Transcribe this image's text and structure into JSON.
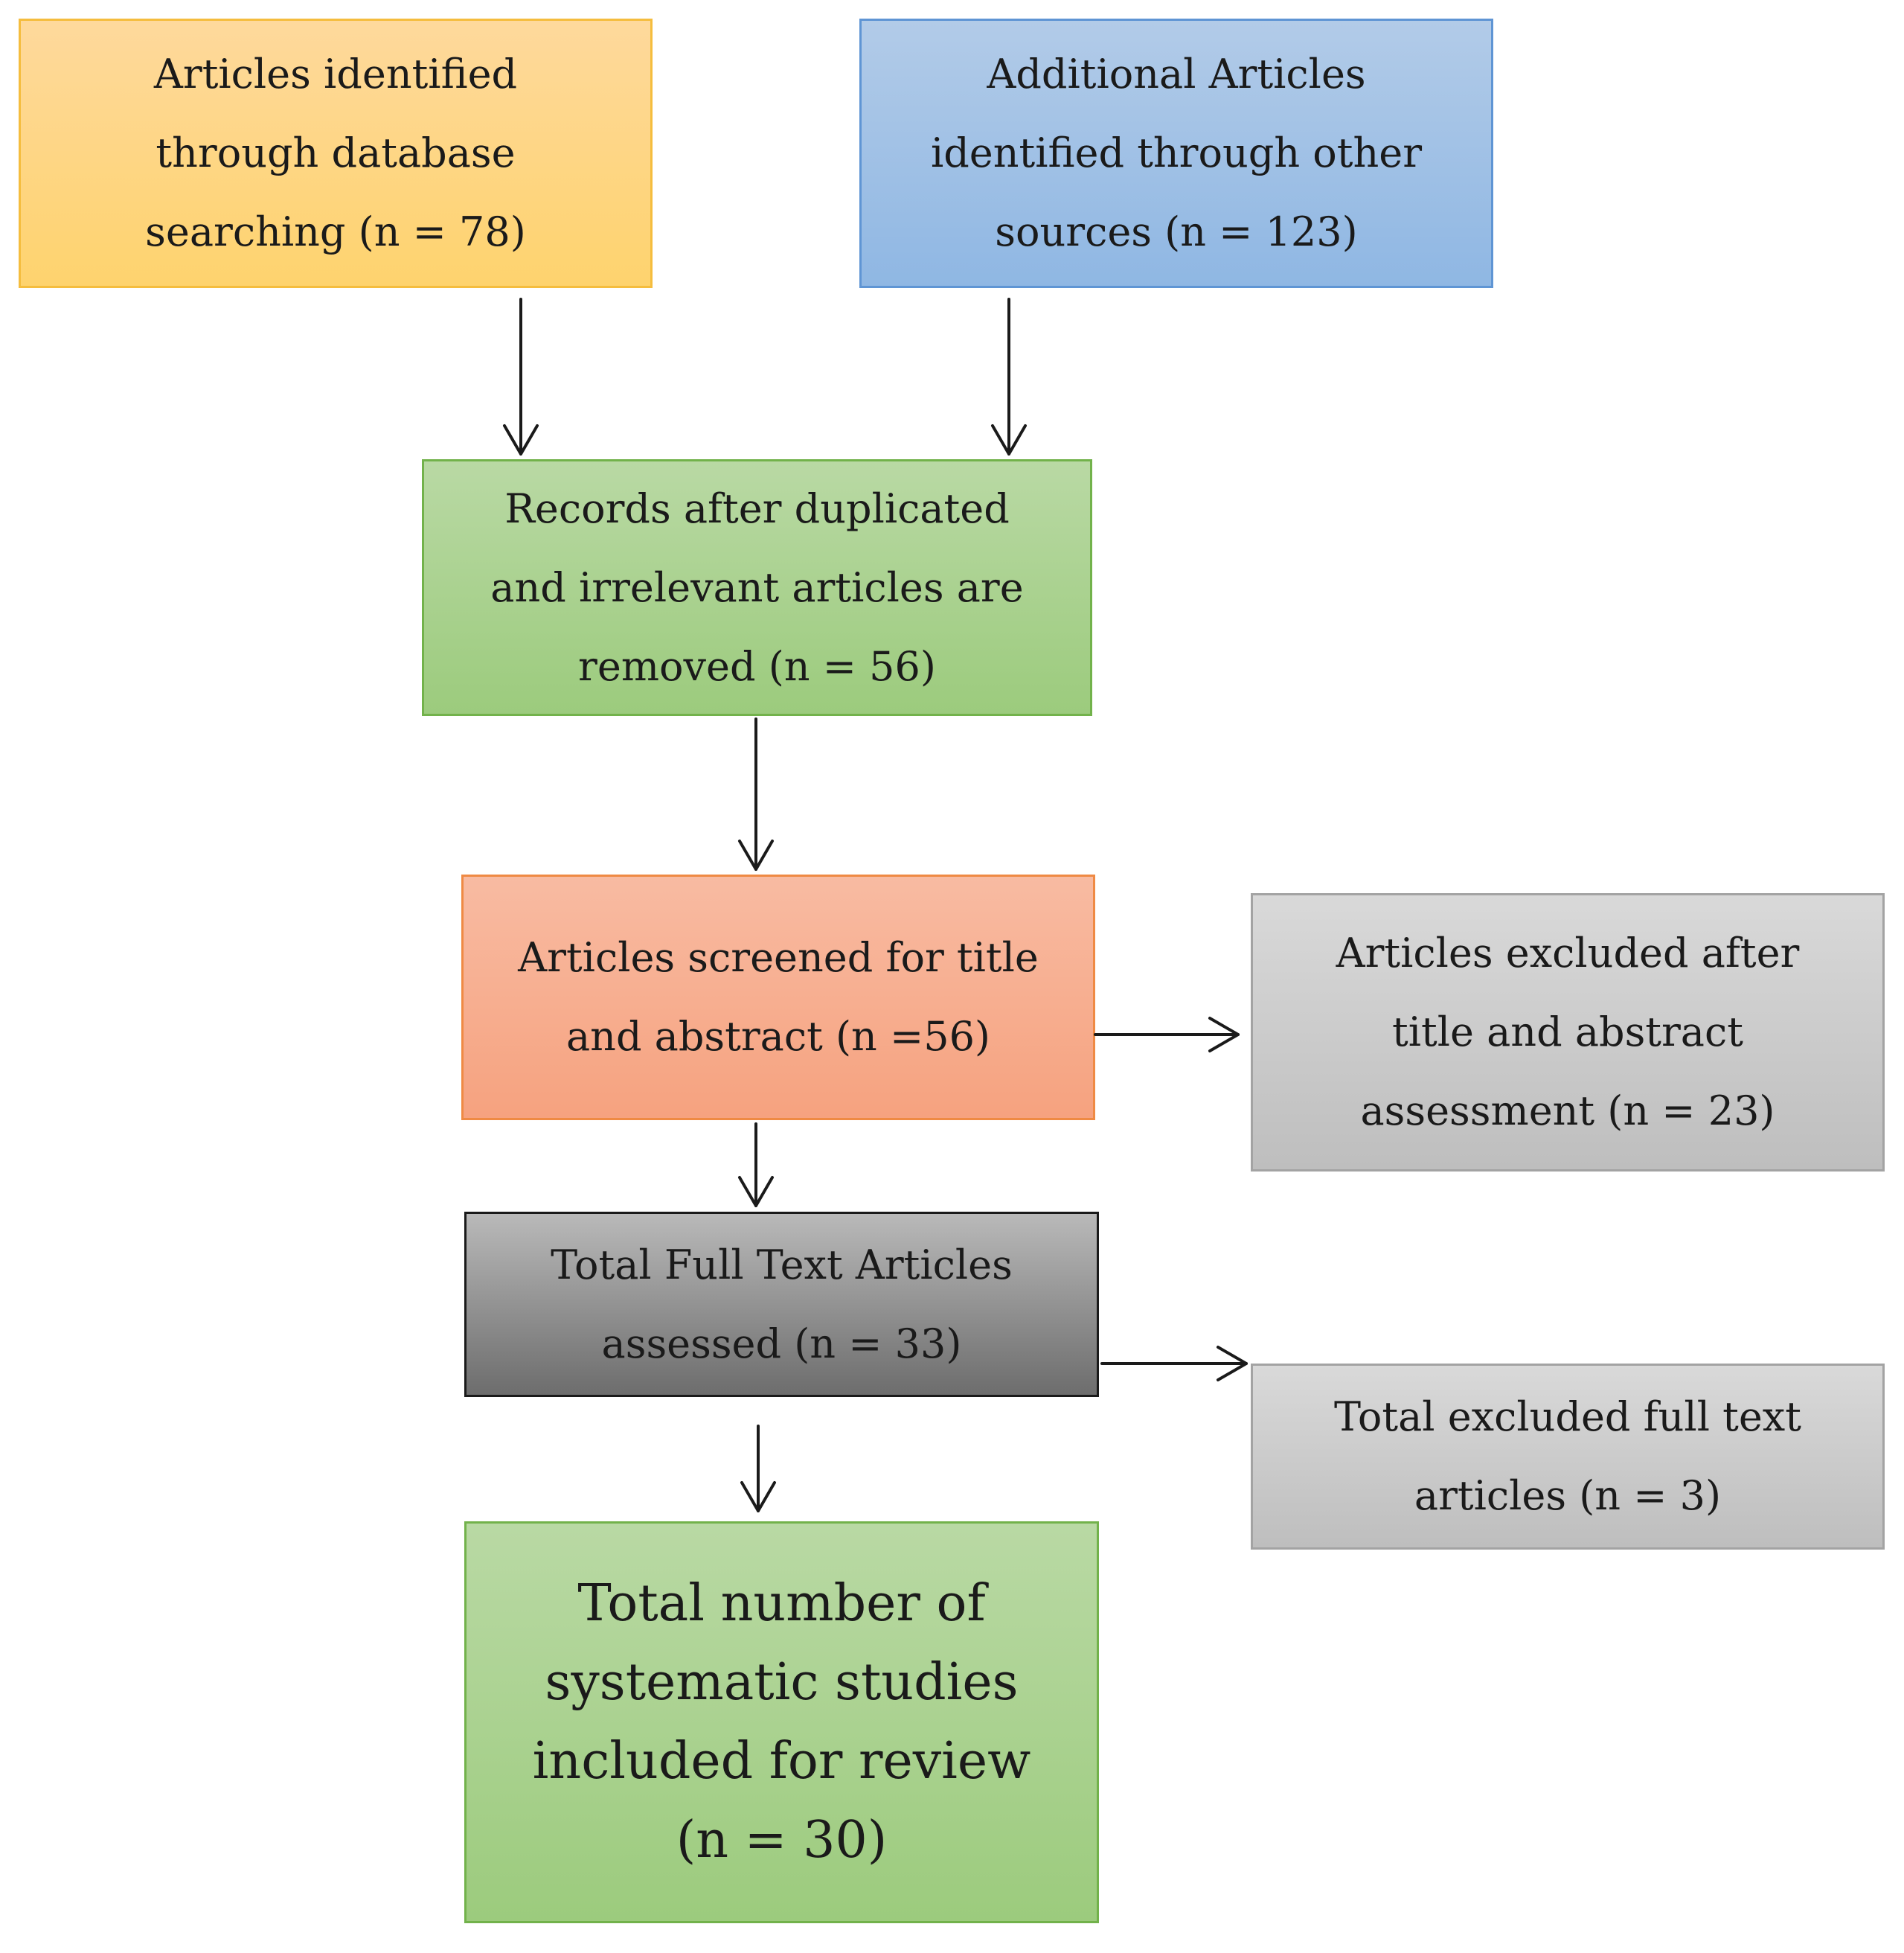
{
  "boxes": {
    "database": {
      "lines": [
        "Articles identified",
        "through database",
        "searching (n = 78)"
      ]
    },
    "other_sources": {
      "lines": [
        "Additional Articles",
        "identified through other",
        "sources (n = 123)"
      ]
    },
    "dedup": {
      "lines": [
        "Records after duplicated",
        "and irrelevant articles are",
        "removed (n = 56)"
      ]
    },
    "screened": {
      "lines": [
        "Articles screened for title",
        "and abstract (n =56)"
      ]
    },
    "excluded_title": {
      "lines": [
        "Articles excluded after",
        "title and abstract",
        "assessment (n = 23)"
      ]
    },
    "full_text": {
      "lines": [
        "Total Full Text Articles",
        "assessed (n = 33)"
      ]
    },
    "excluded_full": {
      "lines": [
        "Total excluded full text",
        "articles (n = 3)"
      ]
    },
    "included": {
      "lines": [
        "Total number of",
        "systematic studies",
        "included for review",
        "(n = 30)"
      ]
    }
  },
  "colors": {
    "database_fill": "#fed36e",
    "other_sources_fill": "#8fb7e3",
    "dedup_fill": "#9ccb7d",
    "screened_fill": "#f6a27f",
    "excluded_fill": "#bebebe",
    "full_text_fill": "#6d6d6d",
    "included_fill": "#9ccb7d",
    "arrow": "#1a1a1a"
  }
}
